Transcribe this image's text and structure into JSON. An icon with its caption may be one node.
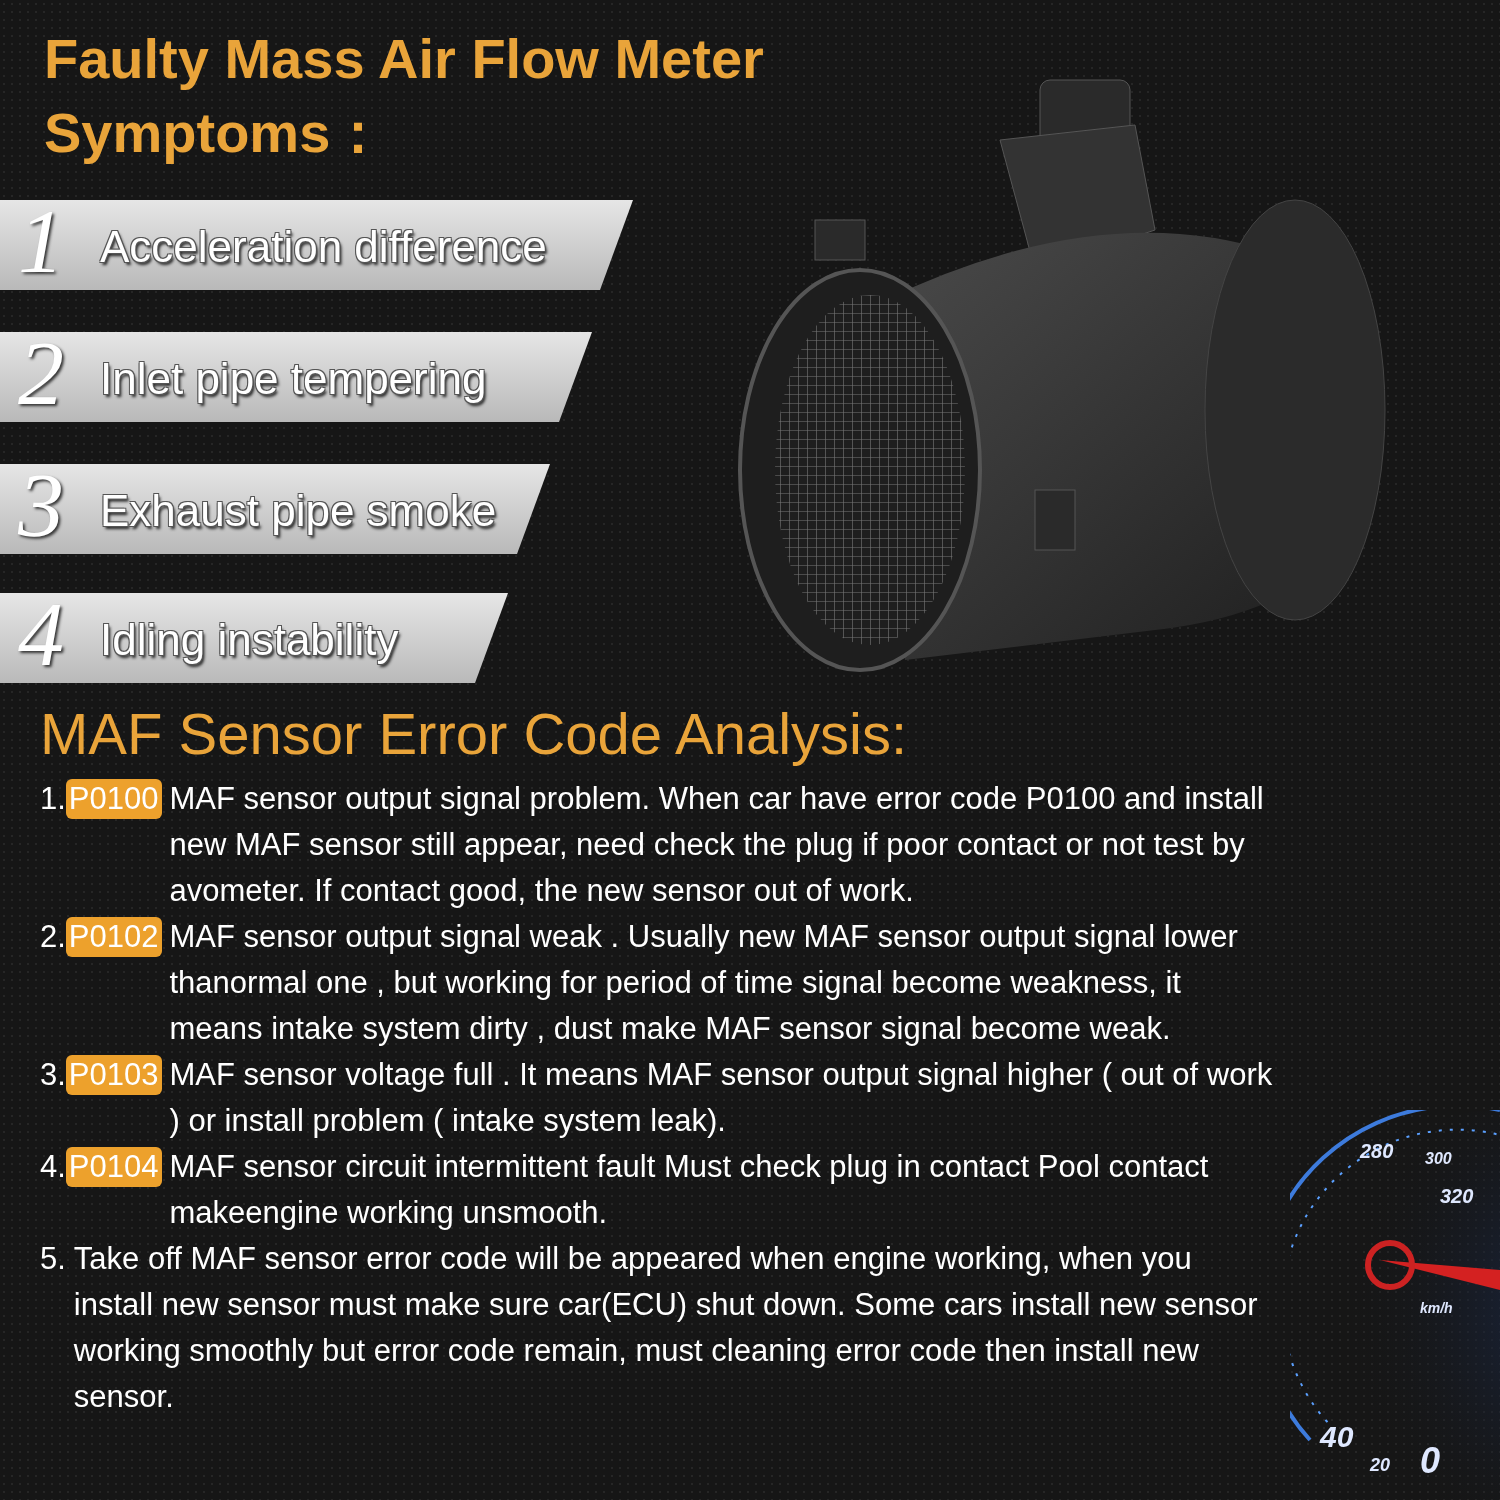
{
  "diagram": {
    "title": "Faulty Mass Air Flow Meter Symptoms：",
    "nodes": [
      {
        "text": [
          "1",
          "Acceleration difference"
        ]
      },
      {
        "text": [
          "2",
          "Inlet pipe tempering"
        ]
      },
      {
        "text": [
          "3",
          "Exhaust pipe smoke"
        ]
      },
      {
        "text": [
          "4",
          "Idling instability"
        ]
      }
    ],
    "edges": [],
    "labels": [
      "MAF Sensor Error Code Analysis:",
      "1.",
      "P0100",
      "MAF sensor output signal problem. When car have error code P0100 and install new MAF sensor still appear, need check the plug if poor contact or not test by avometer. If contact good, the new sensor out of work.",
      "2.",
      "P0102",
      "MAF sensor output signal weak . Usually new MAF sensor output signal lower thanormal one , but working for period of time signal become weakness, it means intake system dirty , dust make MAF sensor signal become weak.",
      "3.",
      "P0103",
      "MAF sensor voltage full . It means MAF sensor output signal higher ( out of work ) or install problem ( intake system leak).",
      "4.",
      "P0104",
      "MAF sensor circuit intermittent fault Must check plug in contact Pool contact makeengine working unsmooth.",
      "5.",
      "Take off MAF sensor error code will be appeared when engine working, when you install new sensor must make sure car(ECU) shut down. Some cars install new sensor working smoothly but error code remain, must cleaning error code then install new sensor.",
      "280",
      "300",
      "320",
      "km/h",
      "40",
      "20",
      "0"
    ]
  }
}
